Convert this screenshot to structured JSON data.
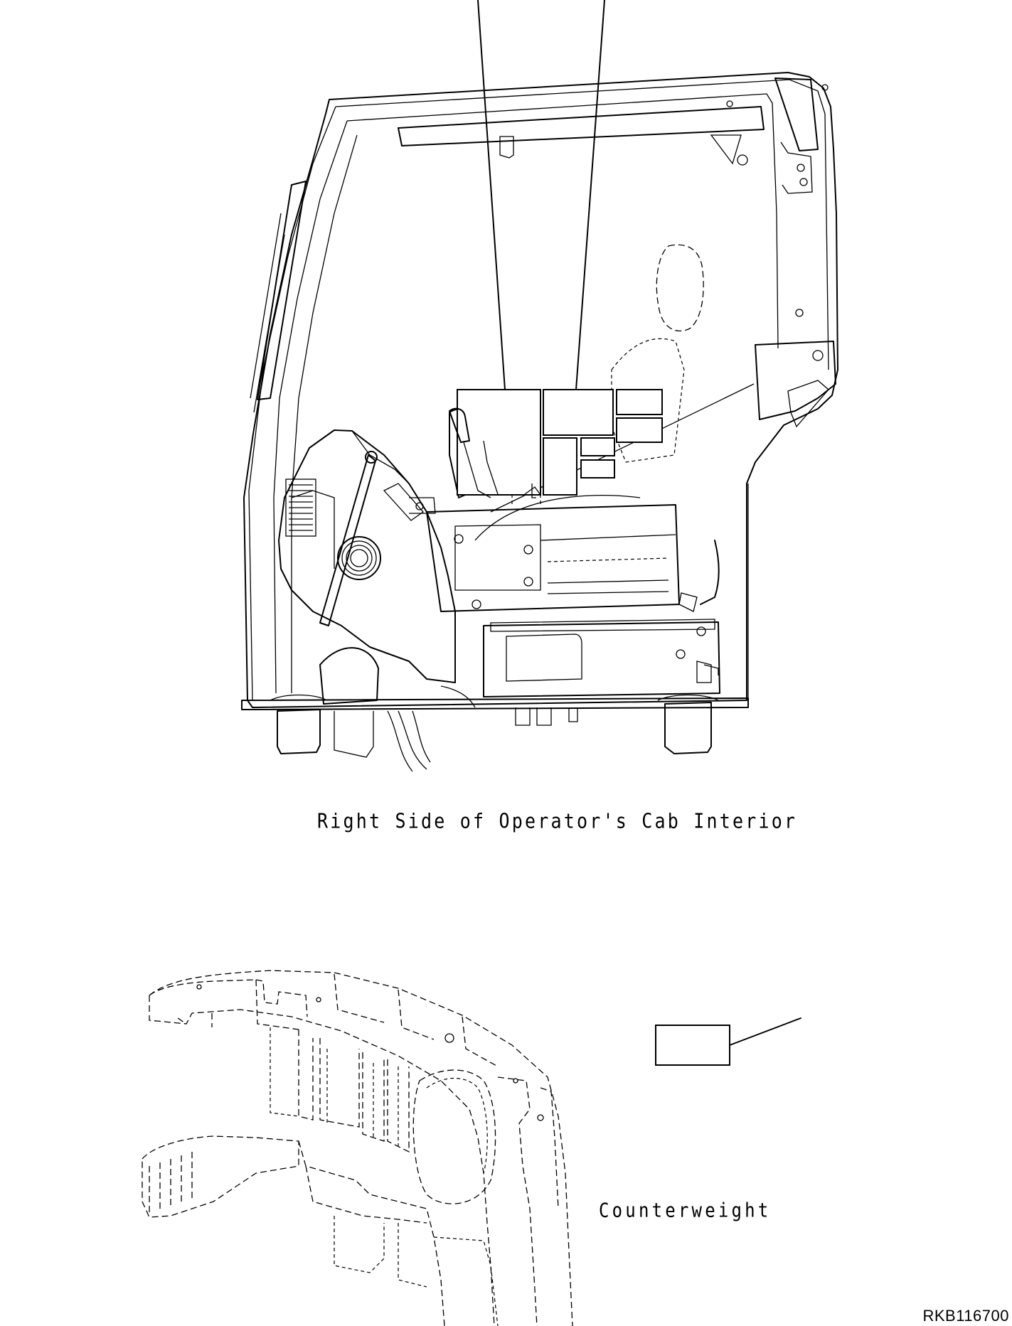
{
  "drawing": {
    "cab_caption": "Right Side of Operator's Cab Interior",
    "counterweight_caption": "Counterweight",
    "drawing_id": "RKB116700"
  }
}
